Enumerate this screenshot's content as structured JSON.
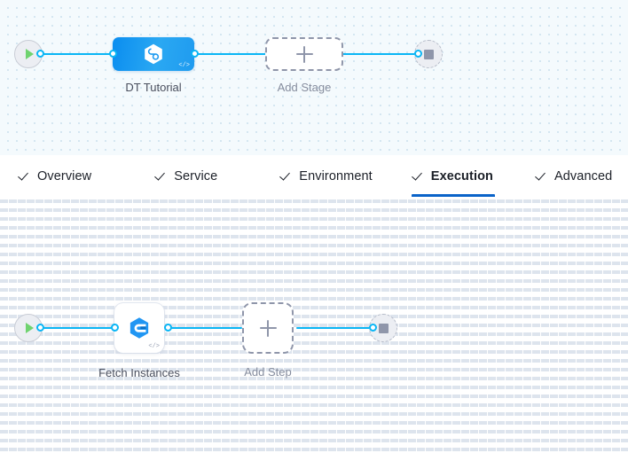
{
  "stage_canvas": {
    "name": "pipeline-stage-canvas",
    "start_node": {
      "icon": "play-icon",
      "title": "Start"
    },
    "stop_node": {
      "icon": "stop-square-icon",
      "title": "End"
    },
    "nodes": [
      {
        "id": "dt-tutorial",
        "label": "DT Tutorial",
        "icon": "harness-hexagon-icon",
        "badge": "</>",
        "type": "stage",
        "selected": true
      },
      {
        "id": "add-stage",
        "label": "Add Stage",
        "icon": "plus-icon",
        "type": "add"
      }
    ]
  },
  "tabs": {
    "name": "stage-configuration-tabs",
    "items": [
      {
        "id": "overview",
        "label": "Overview",
        "check": "check-icon",
        "active": false
      },
      {
        "id": "service",
        "label": "Service",
        "check": "check-icon",
        "active": false
      },
      {
        "id": "environment",
        "label": "Environment",
        "check": "check-icon",
        "active": false
      },
      {
        "id": "execution",
        "label": "Execution",
        "check": "check-icon",
        "active": true
      },
      {
        "id": "advanced",
        "label": "Advanced",
        "check": "check-icon",
        "active": false
      }
    ]
  },
  "step_canvas": {
    "name": "execution-steps-canvas",
    "start_node": {
      "icon": "play-icon",
      "title": "Start"
    },
    "stop_node": {
      "icon": "stop-square-icon",
      "title": "End"
    },
    "nodes": [
      {
        "id": "fetch-instances",
        "label": "Fetch Instances",
        "icon": "harness-e-logo-icon",
        "badge": "</>",
        "type": "step"
      },
      {
        "id": "add-step",
        "label": "Add Step",
        "icon": "plus-icon",
        "type": "add"
      }
    ]
  },
  "colors": {
    "edge": "#0ab6f5",
    "stage_node": "#1f9bf0",
    "active_tab_underline": "#0a63c9",
    "play_green": "#6fd36f",
    "stop_grey": "#8f96aa",
    "stage_canvas_bg": "#f4fafd",
    "step_canvas_bg": "#ffffff"
  }
}
